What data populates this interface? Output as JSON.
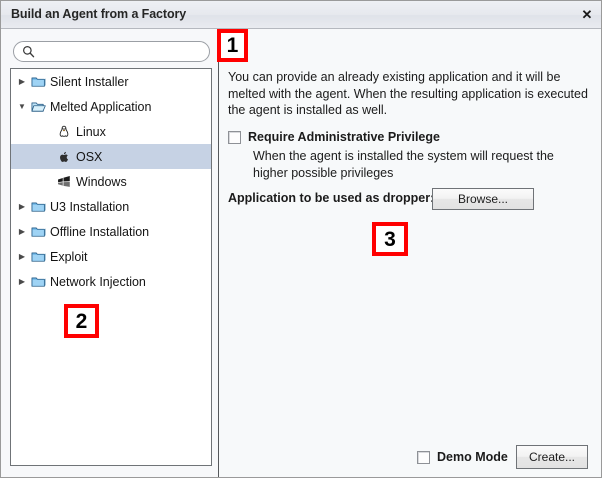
{
  "window": {
    "title": "Build an Agent from a Factory",
    "close_icon": "close-icon",
    "close_glyph": "✕"
  },
  "search": {
    "value": "",
    "placeholder": "",
    "icon": "search-icon"
  },
  "tree": {
    "items": [
      {
        "label": "Silent Installer",
        "icon": "folder-closed-icon",
        "twisty": "▶",
        "depth": 0,
        "selected": false
      },
      {
        "label": "Melted Application",
        "icon": "folder-open-icon",
        "twisty": "▼",
        "depth": 0,
        "selected": false
      },
      {
        "label": "Linux",
        "icon": "linux-penguin-icon",
        "twisty": "",
        "depth": 1,
        "selected": false
      },
      {
        "label": "OSX",
        "icon": "apple-icon",
        "twisty": "",
        "depth": 1,
        "selected": true
      },
      {
        "label": "Windows",
        "icon": "windows-icon",
        "twisty": "",
        "depth": 1,
        "selected": false
      },
      {
        "label": "U3 Installation",
        "icon": "folder-closed-icon",
        "twisty": "▶",
        "depth": 0,
        "selected": false
      },
      {
        "label": "Offline Installation",
        "icon": "folder-closed-icon",
        "twisty": "▶",
        "depth": 0,
        "selected": false
      },
      {
        "label": "Exploit",
        "icon": "folder-closed-icon",
        "twisty": "▶",
        "depth": 0,
        "selected": false
      },
      {
        "label": "Network Injection",
        "icon": "folder-closed-icon",
        "twisty": "▶",
        "depth": 0,
        "selected": false
      }
    ]
  },
  "panel": {
    "description": "You can provide an already existing application and it will be melted with the agent. When the resulting application is executed the agent is installed as well.",
    "admin_checkbox_label": "Require Administrative Privilege",
    "admin_checkbox_checked": false,
    "admin_note": "When the agent is installed the system will request the higher possible privileges",
    "dropper_label": "Application to be used as dropper:",
    "browse_button": "Browse..."
  },
  "footer": {
    "demo_mode_label": "Demo Mode",
    "demo_mode_checked": false,
    "create_button": "Create..."
  },
  "annotations": [
    {
      "number": "1"
    },
    {
      "number": "2"
    },
    {
      "number": "3"
    }
  ],
  "colors": {
    "selection": "#c6d2e4",
    "annotation_red": "#ff0000",
    "folder_blue": "#6fb8e8",
    "titlebar": "#e6e8ee",
    "panel_bg": "#f7f9fa"
  }
}
